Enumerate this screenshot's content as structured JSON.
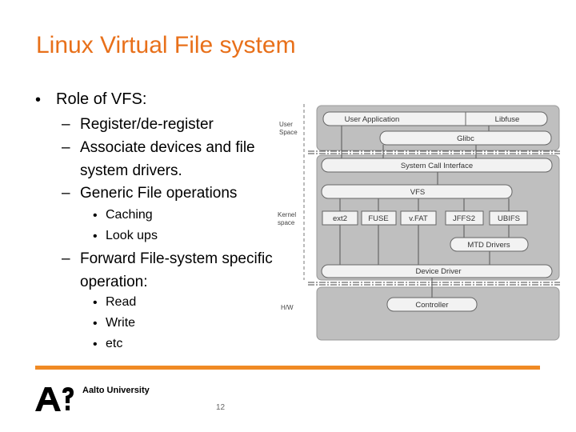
{
  "slide": {
    "title": "Linux Virtual File system",
    "bullets": {
      "role": "Role of VFS:",
      "register": "Register/de-register",
      "associate_1": "Associate devices and file",
      "associate_2": "system drivers.",
      "generic": "Generic File operations",
      "caching": "Caching",
      "lookups": "Look ups",
      "forward_1": "Forward File-system specific",
      "forward_2": "operation:",
      "read": "Read",
      "write": "Write",
      "etc": "etc"
    },
    "markers": {
      "level1": "•",
      "level2": "–",
      "level3": "•"
    },
    "footer": {
      "university": "Aalto University",
      "page_number": "12",
      "accent_color": "#f08a24",
      "title_color": "#e8701a"
    }
  },
  "diagram": {
    "side_labels": {
      "user_1": "User",
      "user_2": "Space",
      "kernel_1": "Kernel",
      "kernel_2": "space",
      "hw": "H/W"
    },
    "boxes": {
      "user_application": "User Application",
      "libfuse": "Libfuse",
      "glibc": "Glibc",
      "system_call_interface": "System Call Interface",
      "vfs": "VFS",
      "ext2": "ext2",
      "fuse": "FUSE",
      "vfat": "v.FAT",
      "jffs2": "JFFS2",
      "ubifs": "UBIFS",
      "mtd_drivers": "MTD Drivers",
      "device_driver": "Device Driver",
      "controller": "Controller"
    }
  }
}
